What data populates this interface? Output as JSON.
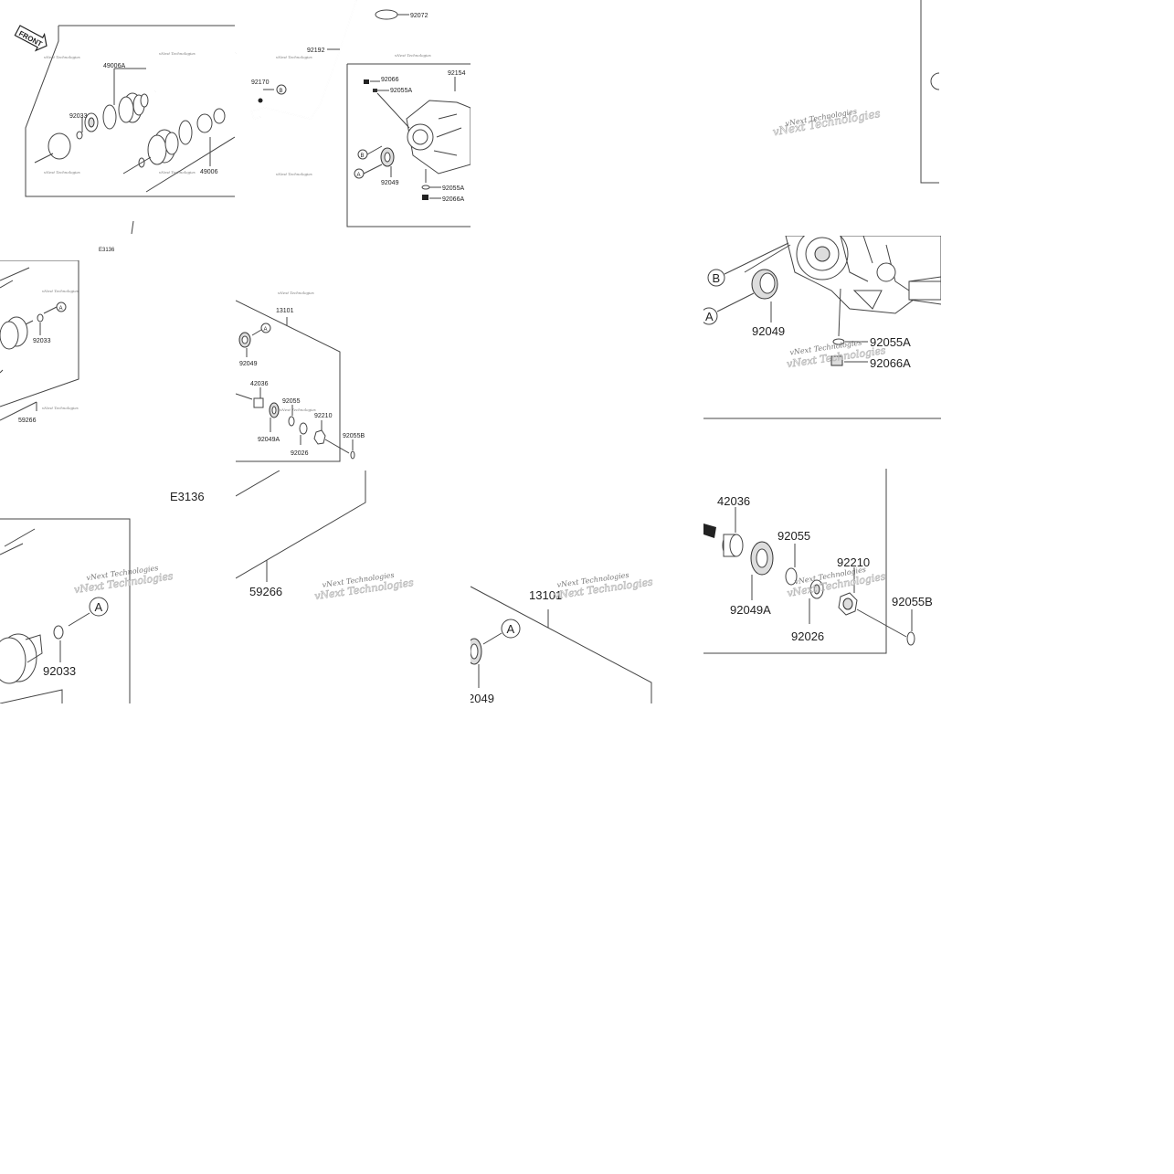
{
  "watermark": "vNext Technologies",
  "overview": {
    "front_badge": "FRONT",
    "code": "E3136",
    "parts": {
      "p92072": "92072",
      "p92192": "92192",
      "p92170": "92170",
      "p49006A": "49006A",
      "p92033": "92033",
      "p49006": "49006",
      "p92066": "92066",
      "p92055A_top": "92055A",
      "p92154": "92154",
      "p92049": "92049",
      "p92055A": "92055A",
      "p92066A": "92066A"
    },
    "callouts": {
      "a": "A",
      "b": "B"
    }
  },
  "tile_left": {
    "p92033": "92033",
    "p59266": "59266",
    "callout_a": "A"
  },
  "tile_mid": {
    "p13101": "13101",
    "p92049": "92049",
    "p42036": "42036",
    "p92055": "92055",
    "p92210": "92210",
    "p92049A": "92049A",
    "p92026": "92026",
    "p92055B": "92055B",
    "callout_a": "A"
  },
  "zoom_e3136": {
    "code": "E3136"
  },
  "zoom_left": {
    "p92033": "92033",
    "callout_a": "A"
  },
  "zoom_mid": {
    "p59266": "59266"
  },
  "zoom_13101": {
    "p13101": "13101",
    "p92049": "2049",
    "callout_a": "A"
  },
  "zoom_housing": {
    "p92049": "92049",
    "p92055A": "92055A",
    "p92066A": "92066A",
    "callout_a": "A",
    "callout_b": "B"
  },
  "zoom_bearing": {
    "p42036": "42036",
    "p92055": "92055",
    "p92210": "92210",
    "p92049A": "92049A",
    "p92026": "92026",
    "p92055B": "92055B"
  }
}
